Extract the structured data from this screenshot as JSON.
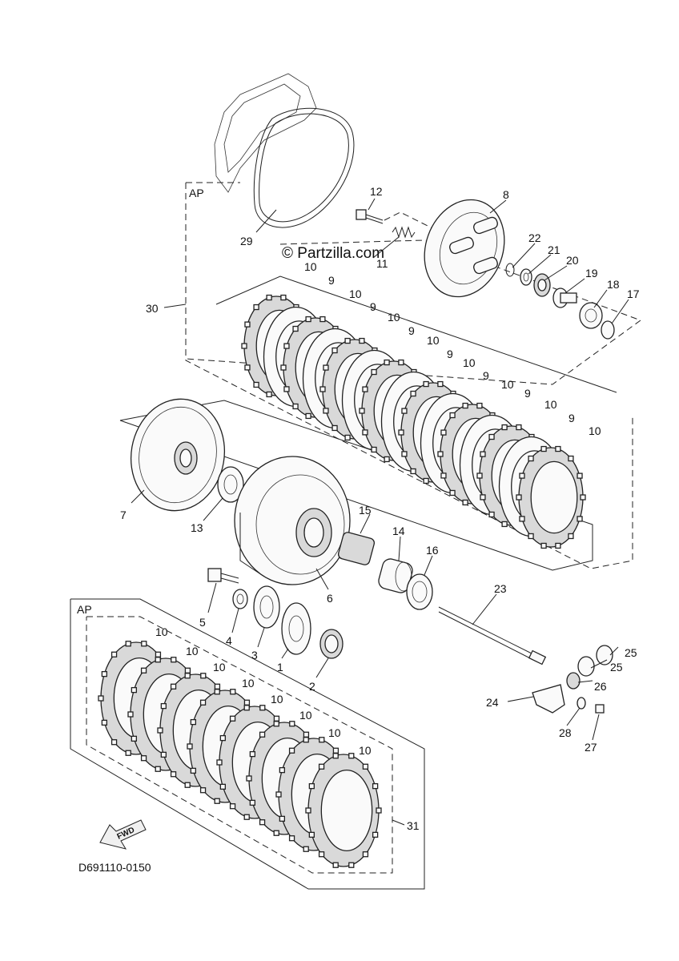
{
  "watermark": "© Partzilla.com",
  "diagram_code": "D691110-0150",
  "fwd_label": "FWD",
  "assembly_labels": {
    "ap_top": "AP",
    "ap_bottom": "AP"
  },
  "callouts": [
    {
      "id": "c12",
      "text": "12"
    },
    {
      "id": "c8",
      "text": "8"
    },
    {
      "id": "c22",
      "text": "22"
    },
    {
      "id": "c21",
      "text": "21"
    },
    {
      "id": "c20",
      "text": "20"
    },
    {
      "id": "c19",
      "text": "19"
    },
    {
      "id": "c18",
      "text": "18"
    },
    {
      "id": "c17",
      "text": "17"
    },
    {
      "id": "c29",
      "text": "29"
    },
    {
      "id": "c11",
      "text": "11"
    },
    {
      "id": "c30",
      "text": "30"
    },
    {
      "id": "c10a",
      "text": "10"
    },
    {
      "id": "c9a",
      "text": "9"
    },
    {
      "id": "c10b",
      "text": "10"
    },
    {
      "id": "c9b",
      "text": "9"
    },
    {
      "id": "c10c",
      "text": "10"
    },
    {
      "id": "c9c",
      "text": "9"
    },
    {
      "id": "c10d",
      "text": "10"
    },
    {
      "id": "c9d",
      "text": "9"
    },
    {
      "id": "c10e",
      "text": "10"
    },
    {
      "id": "c9e",
      "text": "9"
    },
    {
      "id": "c10f",
      "text": "10"
    },
    {
      "id": "c9f",
      "text": "9"
    },
    {
      "id": "c10g",
      "text": "10"
    },
    {
      "id": "c9g",
      "text": "9"
    },
    {
      "id": "c10h",
      "text": "10"
    },
    {
      "id": "c7",
      "text": "7"
    },
    {
      "id": "c13",
      "text": "13"
    },
    {
      "id": "c15",
      "text": "15"
    },
    {
      "id": "c14",
      "text": "14"
    },
    {
      "id": "c16",
      "text": "16"
    },
    {
      "id": "c6",
      "text": "6"
    },
    {
      "id": "c5",
      "text": "5"
    },
    {
      "id": "c4",
      "text": "4"
    },
    {
      "id": "c3",
      "text": "3"
    },
    {
      "id": "c1",
      "text": "1"
    },
    {
      "id": "c2",
      "text": "2"
    },
    {
      "id": "c23",
      "text": "23"
    },
    {
      "id": "c25a",
      "text": "25"
    },
    {
      "id": "c25b",
      "text": "25"
    },
    {
      "id": "c26",
      "text": "26"
    },
    {
      "id": "c24",
      "text": "24"
    },
    {
      "id": "c28",
      "text": "28"
    },
    {
      "id": "c27",
      "text": "27"
    },
    {
      "id": "c31",
      "text": "31"
    },
    {
      "id": "b10a",
      "text": "10"
    },
    {
      "id": "b10b",
      "text": "10"
    },
    {
      "id": "b10c",
      "text": "10"
    },
    {
      "id": "b10d",
      "text": "10"
    },
    {
      "id": "b10e",
      "text": "10"
    },
    {
      "id": "b10f",
      "text": "10"
    },
    {
      "id": "b10g",
      "text": "10"
    },
    {
      "id": "b10h",
      "text": "10"
    }
  ]
}
